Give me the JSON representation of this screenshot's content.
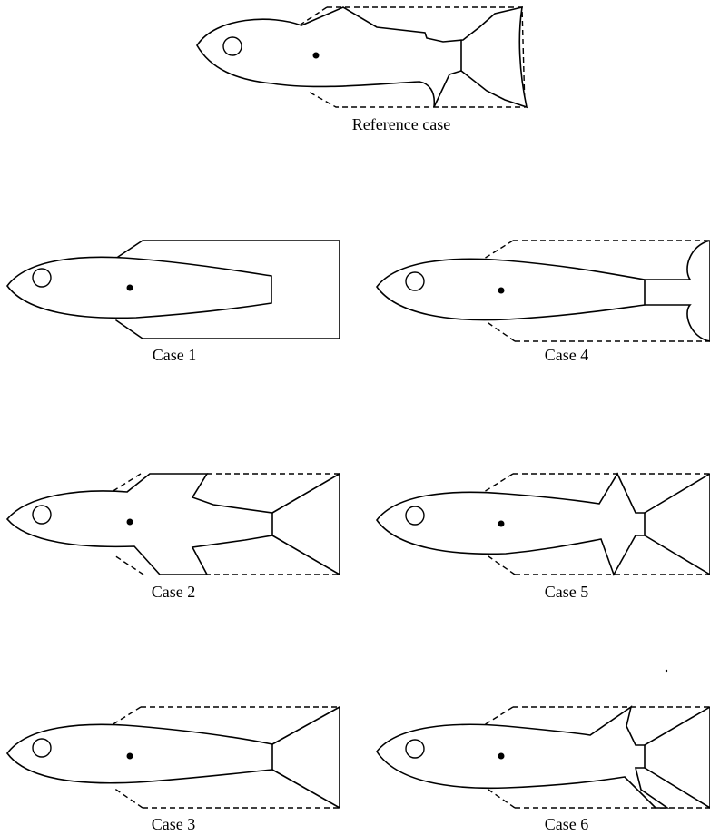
{
  "labels": {
    "reference": "Reference case",
    "case1": "Case 1",
    "case2": "Case 2",
    "case3": "Case 3",
    "case4": "Case 4",
    "case5": "Case 5",
    "case6": "Case 6"
  }
}
